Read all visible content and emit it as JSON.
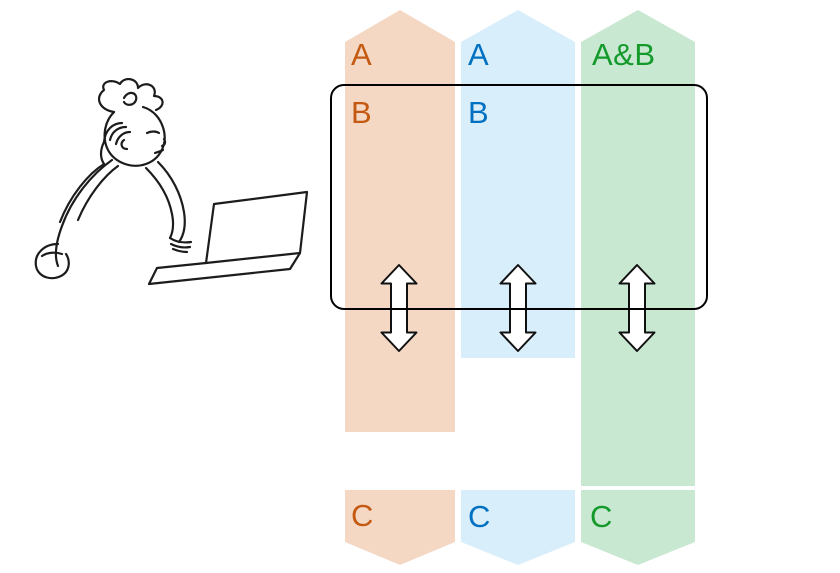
{
  "figure": {
    "ink": "#1c1c1c"
  },
  "frame": {
    "stroke": "#000000"
  },
  "icons": {
    "scroll_arrow": "up-down-double-arrow",
    "arrow_fill": "#ffffff",
    "arrow_stroke": "#111111"
  },
  "columns": [
    {
      "name": "left-column",
      "fill": "#f5d8c4",
      "label_color": "#c45911",
      "top_label": "A",
      "inner_label": "B",
      "bottom_label": "C"
    },
    {
      "name": "middle-column",
      "fill": "#d8eefa",
      "label_color": "#0070c0",
      "top_label": "A",
      "inner_label": "B",
      "bottom_label": "C"
    },
    {
      "name": "right-column",
      "fill": "#c9e8d2",
      "label_color": "#149a2b",
      "top_label": "A&B",
      "inner_label": "",
      "bottom_label": "C"
    }
  ]
}
